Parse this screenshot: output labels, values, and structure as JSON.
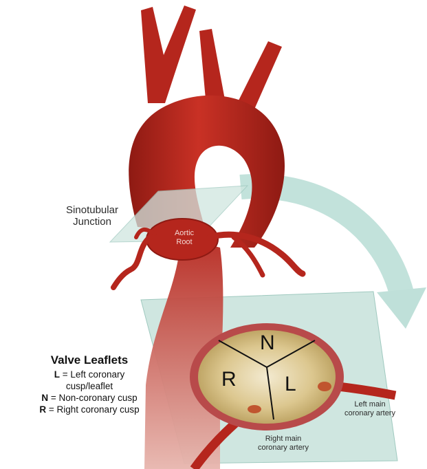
{
  "labels": {
    "sinotubular_line1": "Sinotubular",
    "sinotubular_line2": "Junction",
    "aortic_root_line1": "Aortic",
    "aortic_root_line2": "Root",
    "left_main_line1": "Left main",
    "left_main_line2": "coronary artery",
    "right_main_line1": "Right main",
    "right_main_line2": "coronary artery"
  },
  "valve": {
    "n": "N",
    "r": "R",
    "l": "L"
  },
  "legend": {
    "title": "Valve Leaflets",
    "items": [
      {
        "key": "L",
        "text": " = Left coronary",
        "text2": "cusp/leaflet"
      },
      {
        "key": "N",
        "text": " = Non-coronary cusp"
      },
      {
        "key": "R",
        "text": " = Right coronary cusp"
      }
    ]
  },
  "colors": {
    "aorta": "#b5261d",
    "aorta_dark": "#8e1a13",
    "plane": "#cfe6e0",
    "arrow": "#bfe0d9",
    "valve_ring": "#b84a4a",
    "valve_fill": "#d9c48a"
  }
}
